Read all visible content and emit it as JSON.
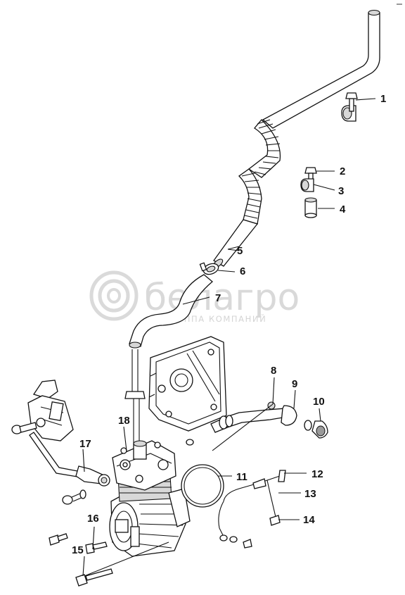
{
  "watermark": {
    "brand": "белагро",
    "tagline": "ГРУППА КОМПАНИЙ"
  },
  "callouts": [
    "1",
    "2",
    "3",
    "4",
    "5",
    "6",
    "7",
    "8",
    "9",
    "10",
    "11",
    "12",
    "13",
    "14",
    "15",
    "16",
    "17",
    "18"
  ],
  "colors": {
    "line": "#111111",
    "watermark": "#d9d9d9",
    "shade": "#d8d8d8"
  }
}
